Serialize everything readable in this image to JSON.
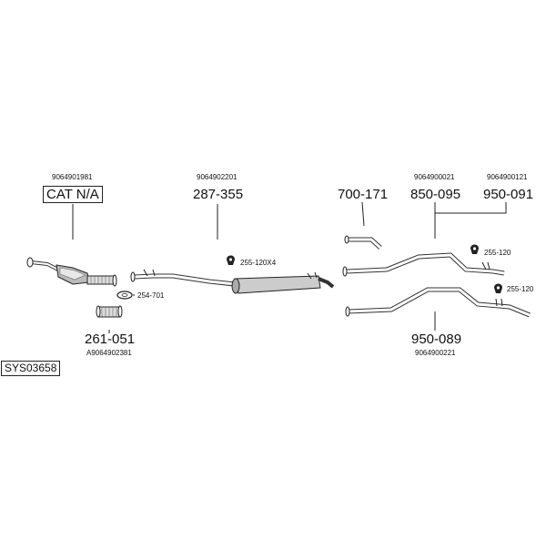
{
  "system_code": "SYS03658",
  "parts": [
    {
      "oem": "9064901981",
      "part_number": "CAT N/A"
    },
    {
      "oem": "9064902201",
      "part_number": "287-355"
    },
    {
      "oem": "",
      "part_number": "700-171"
    },
    {
      "oem": "9064900021",
      "part_number": "850-095"
    },
    {
      "oem": "9064900121",
      "part_number": "950-091"
    },
    {
      "oem": "A9064902381",
      "part_number": "261-051"
    },
    {
      "oem": "9064900221",
      "part_number": "950-089"
    }
  ],
  "fittings": [
    {
      "code": "254-701",
      "icon": "gasket-icon"
    },
    {
      "code": "255-120X4",
      "icon": "clamp-icon"
    },
    {
      "code": "255-120",
      "icon": "clamp-icon"
    },
    {
      "code": "255-120",
      "icon": "clamp-icon"
    }
  ]
}
